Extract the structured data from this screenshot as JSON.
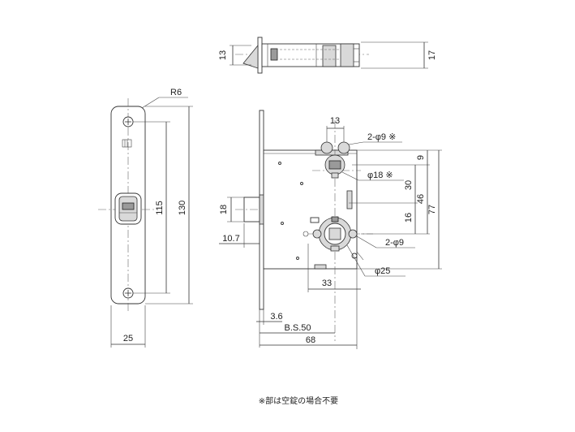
{
  "dimensions": {
    "top_view_height_left": "13",
    "top_view_height_right": "17",
    "faceplate_radius": "R6",
    "faceplate_screw_pitch": "115",
    "faceplate_length": "130",
    "faceplate_width": "25",
    "latch_height": "18",
    "latch_projection": "10.7",
    "holes_spacing": "13",
    "holes_upper_note": "2-φ9 ※",
    "cylinder_dia_note": "φ18 ※",
    "holes_lower_note": "2-φ9",
    "hub_dia_note": "φ25",
    "hub_offset": "33",
    "faceplate_thickness": "3.6",
    "backset": "B.S.50",
    "case_depth": "68",
    "v_9": "9",
    "v_30": "30",
    "v_46": "46",
    "v_16": "16",
    "v_77": "77"
  },
  "footnote": "※部は空錠の場合不要",
  "colors": {
    "line": "#333333",
    "fill_grey": "#d9d9d9",
    "fill_dark": "#9a9a9a"
  }
}
